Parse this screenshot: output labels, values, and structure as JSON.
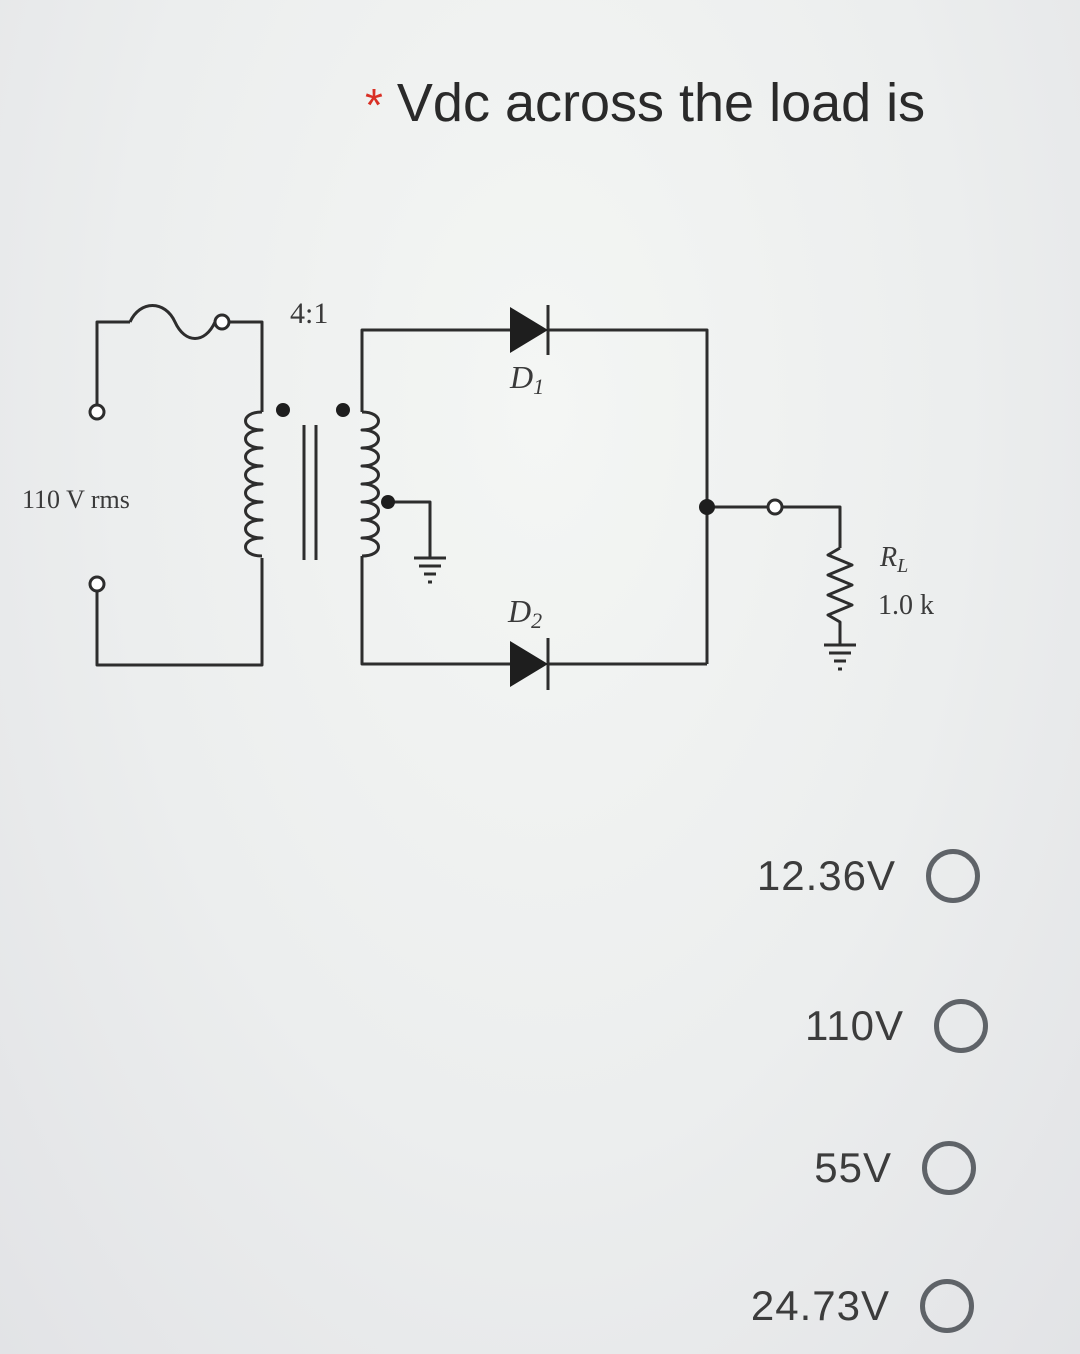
{
  "question": {
    "required_marker": "*",
    "title": "Vdc across the load is"
  },
  "circuit": {
    "source_label": "110 V rms",
    "ratio_label": "4:1",
    "diode1_label": "D",
    "diode1_sub": "1",
    "diode2_label": "D",
    "diode2_sub": "2",
    "load_label": "R",
    "load_sub": "L",
    "load_value": "1.0 k"
  },
  "options": [
    {
      "label": "12.36V"
    },
    {
      "label": "110V"
    },
    {
      "label": "55V"
    },
    {
      "label": "24.73V"
    }
  ],
  "colors": {
    "required": "#d93025",
    "radio_border": "#5f6368"
  }
}
